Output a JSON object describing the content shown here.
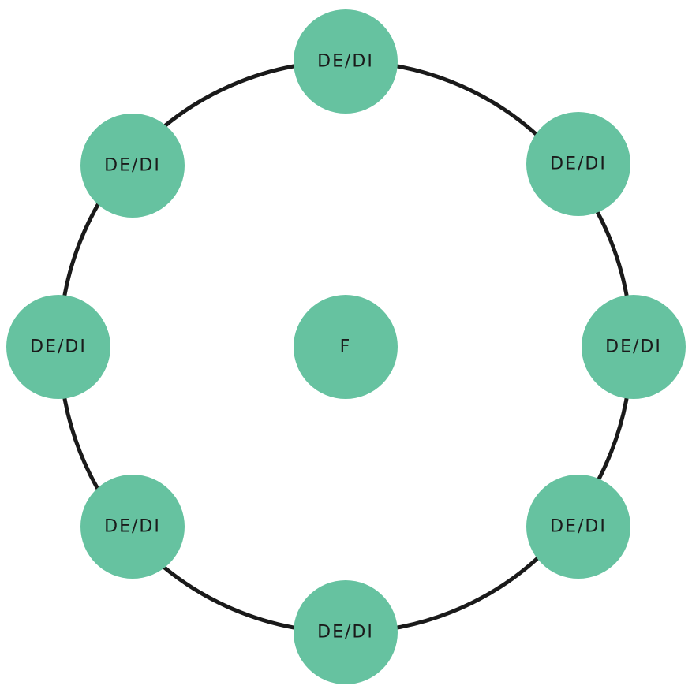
{
  "colors": {
    "node_fill": "#66c2a0",
    "ring_stroke": "#1a1a1a",
    "label": "#1a1a1a",
    "background": "#ffffff"
  },
  "center_node": {
    "label": "F"
  },
  "outer_nodes": [
    {
      "label": "DE/DI"
    },
    {
      "label": "DE/DI"
    },
    {
      "label": "DE/DI"
    },
    {
      "label": "DE/DI"
    },
    {
      "label": "DE/DI"
    },
    {
      "label": "DE/DI"
    },
    {
      "label": "DE/DI"
    },
    {
      "label": "DE/DI"
    }
  ]
}
